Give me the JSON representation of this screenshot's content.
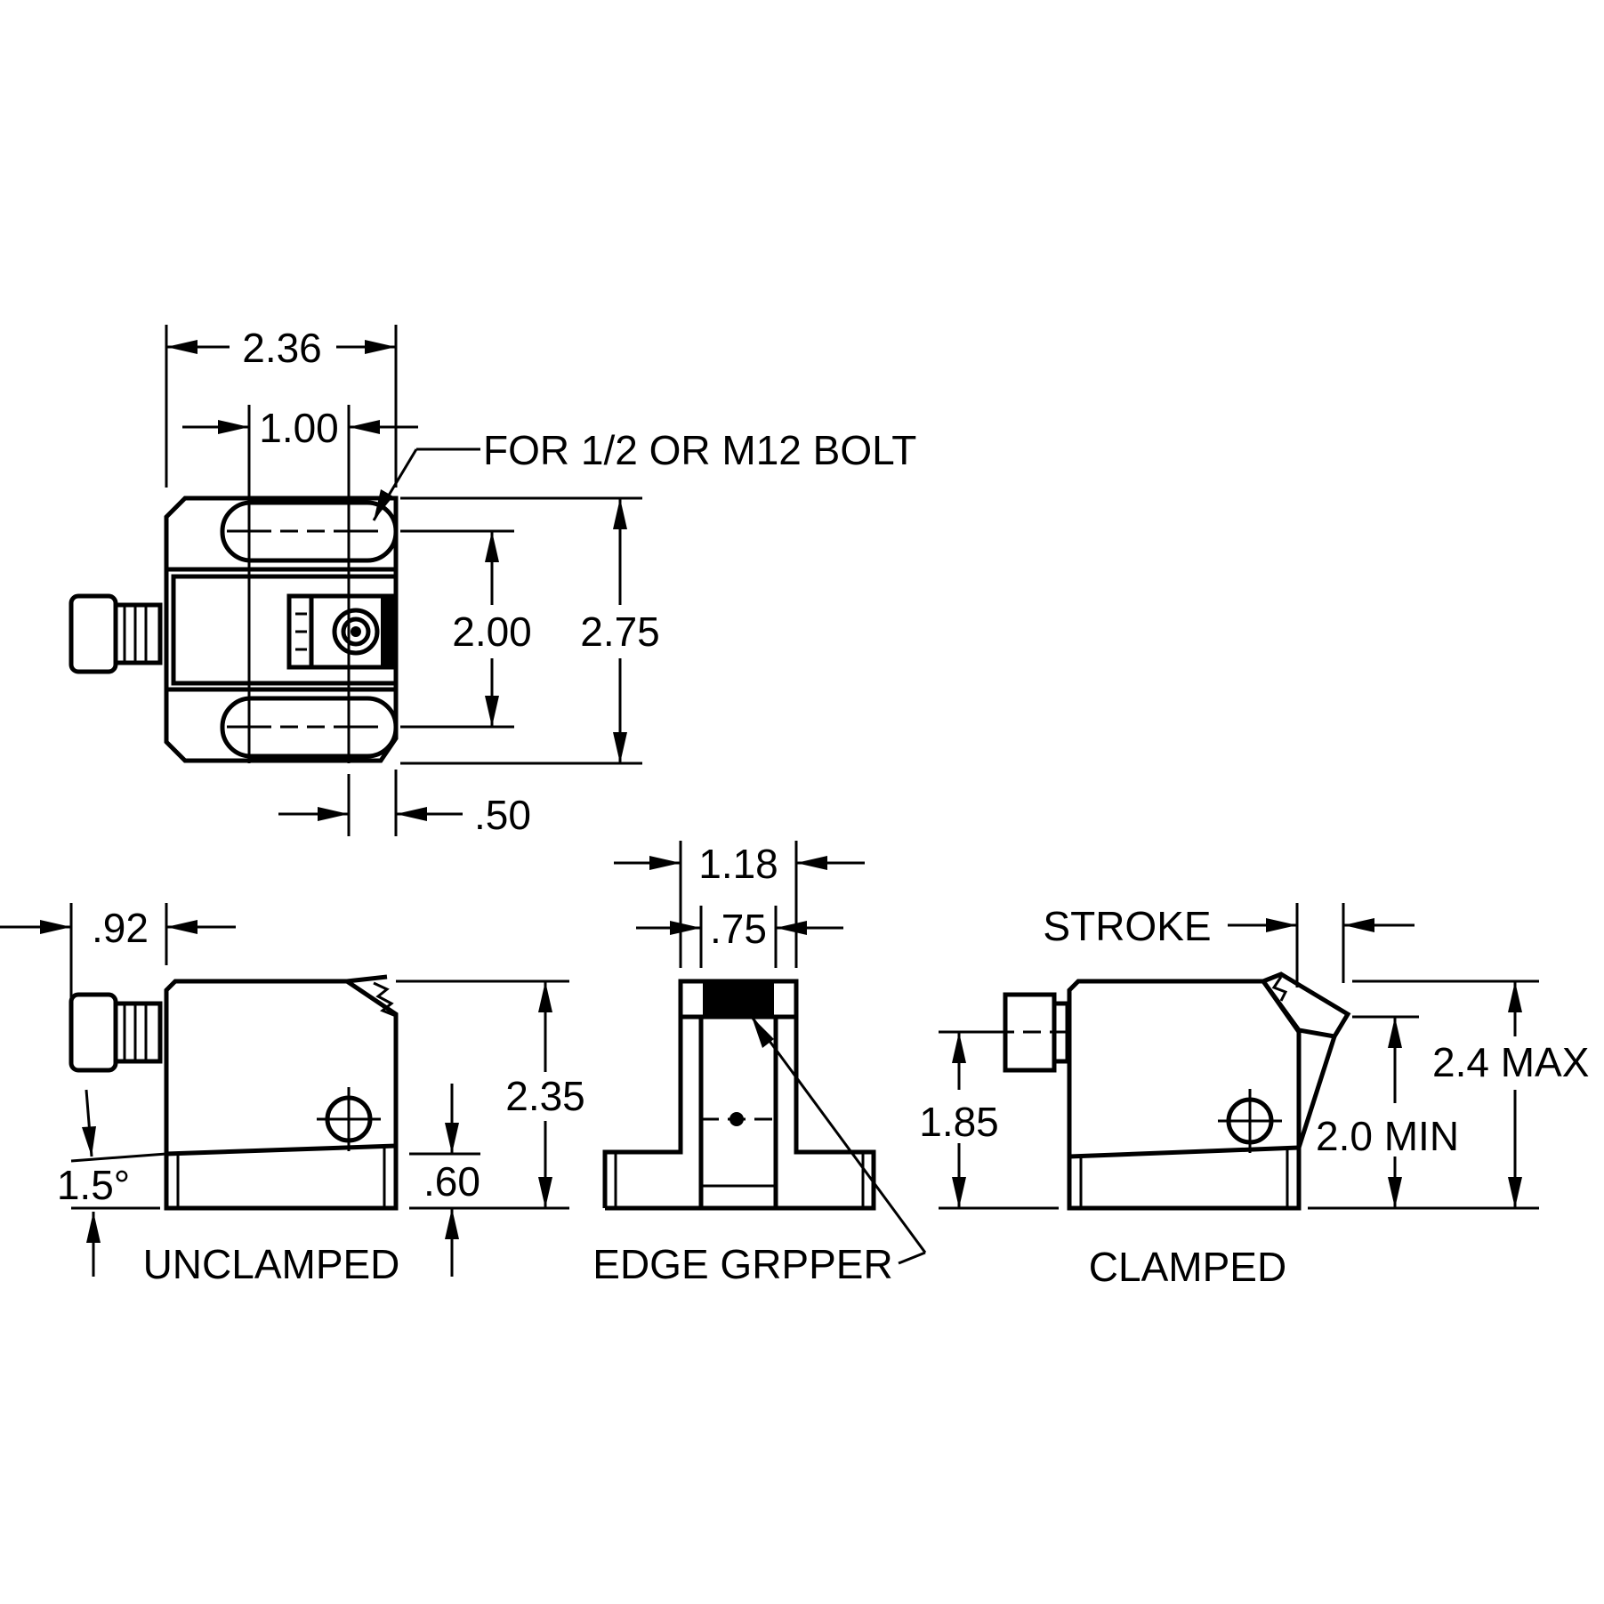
{
  "drawing": {
    "top_view": {
      "overall_width": "2.36",
      "slot_spacing": "1.00",
      "bolt_note": "FOR 1/2 OR M12 BOLT",
      "slot_center_distance": "2.00",
      "overall_height": "2.75",
      "edge_offset": ".50"
    },
    "unclamped_view": {
      "screw_offset": ".92",
      "height": "2.35",
      "base_height": ".60",
      "angle": "1.5°",
      "caption": "UNCLAMPED"
    },
    "edge_gripper_view": {
      "width": "1.18",
      "gripper_width": ".75",
      "caption": "EDGE GRPPER"
    },
    "clamped_view": {
      "stroke_label": "STROKE",
      "screw_height": "1.85",
      "max_height": "2.4 MAX",
      "min_height": "2.0 MIN",
      "caption": "CLAMPED"
    }
  }
}
